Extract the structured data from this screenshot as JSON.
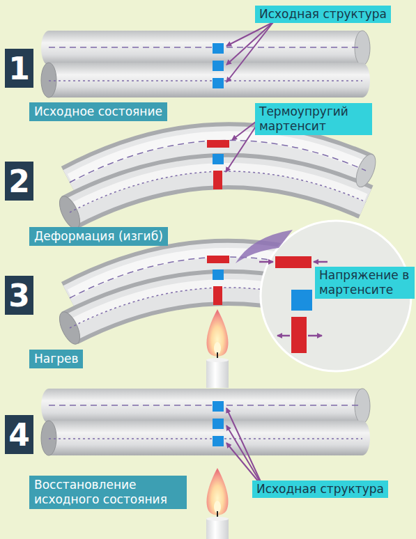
{
  "diagram": {
    "nodes": [
      {
        "text": [
          "Исходная структура"
        ]
      },
      {
        "text": [
          "1"
        ]
      },
      {
        "text": [
          "Исходное состояние"
        ]
      },
      {
        "text": [
          "Термоупругий мартенсит"
        ]
      },
      {
        "text": [
          "2"
        ]
      },
      {
        "text": [
          "Деформация (изгиб)"
        ]
      },
      {
        "text": [
          "3"
        ]
      },
      {
        "text": [
          "Напряжение в мартенсите"
        ]
      },
      {
        "text": [
          "Нагрев"
        ]
      },
      {
        "text": [
          "4"
        ]
      },
      {
        "text": [
          "Восстановление исходного состояния"
        ]
      },
      {
        "text": [
          "Исходная структура"
        ]
      }
    ]
  }
}
